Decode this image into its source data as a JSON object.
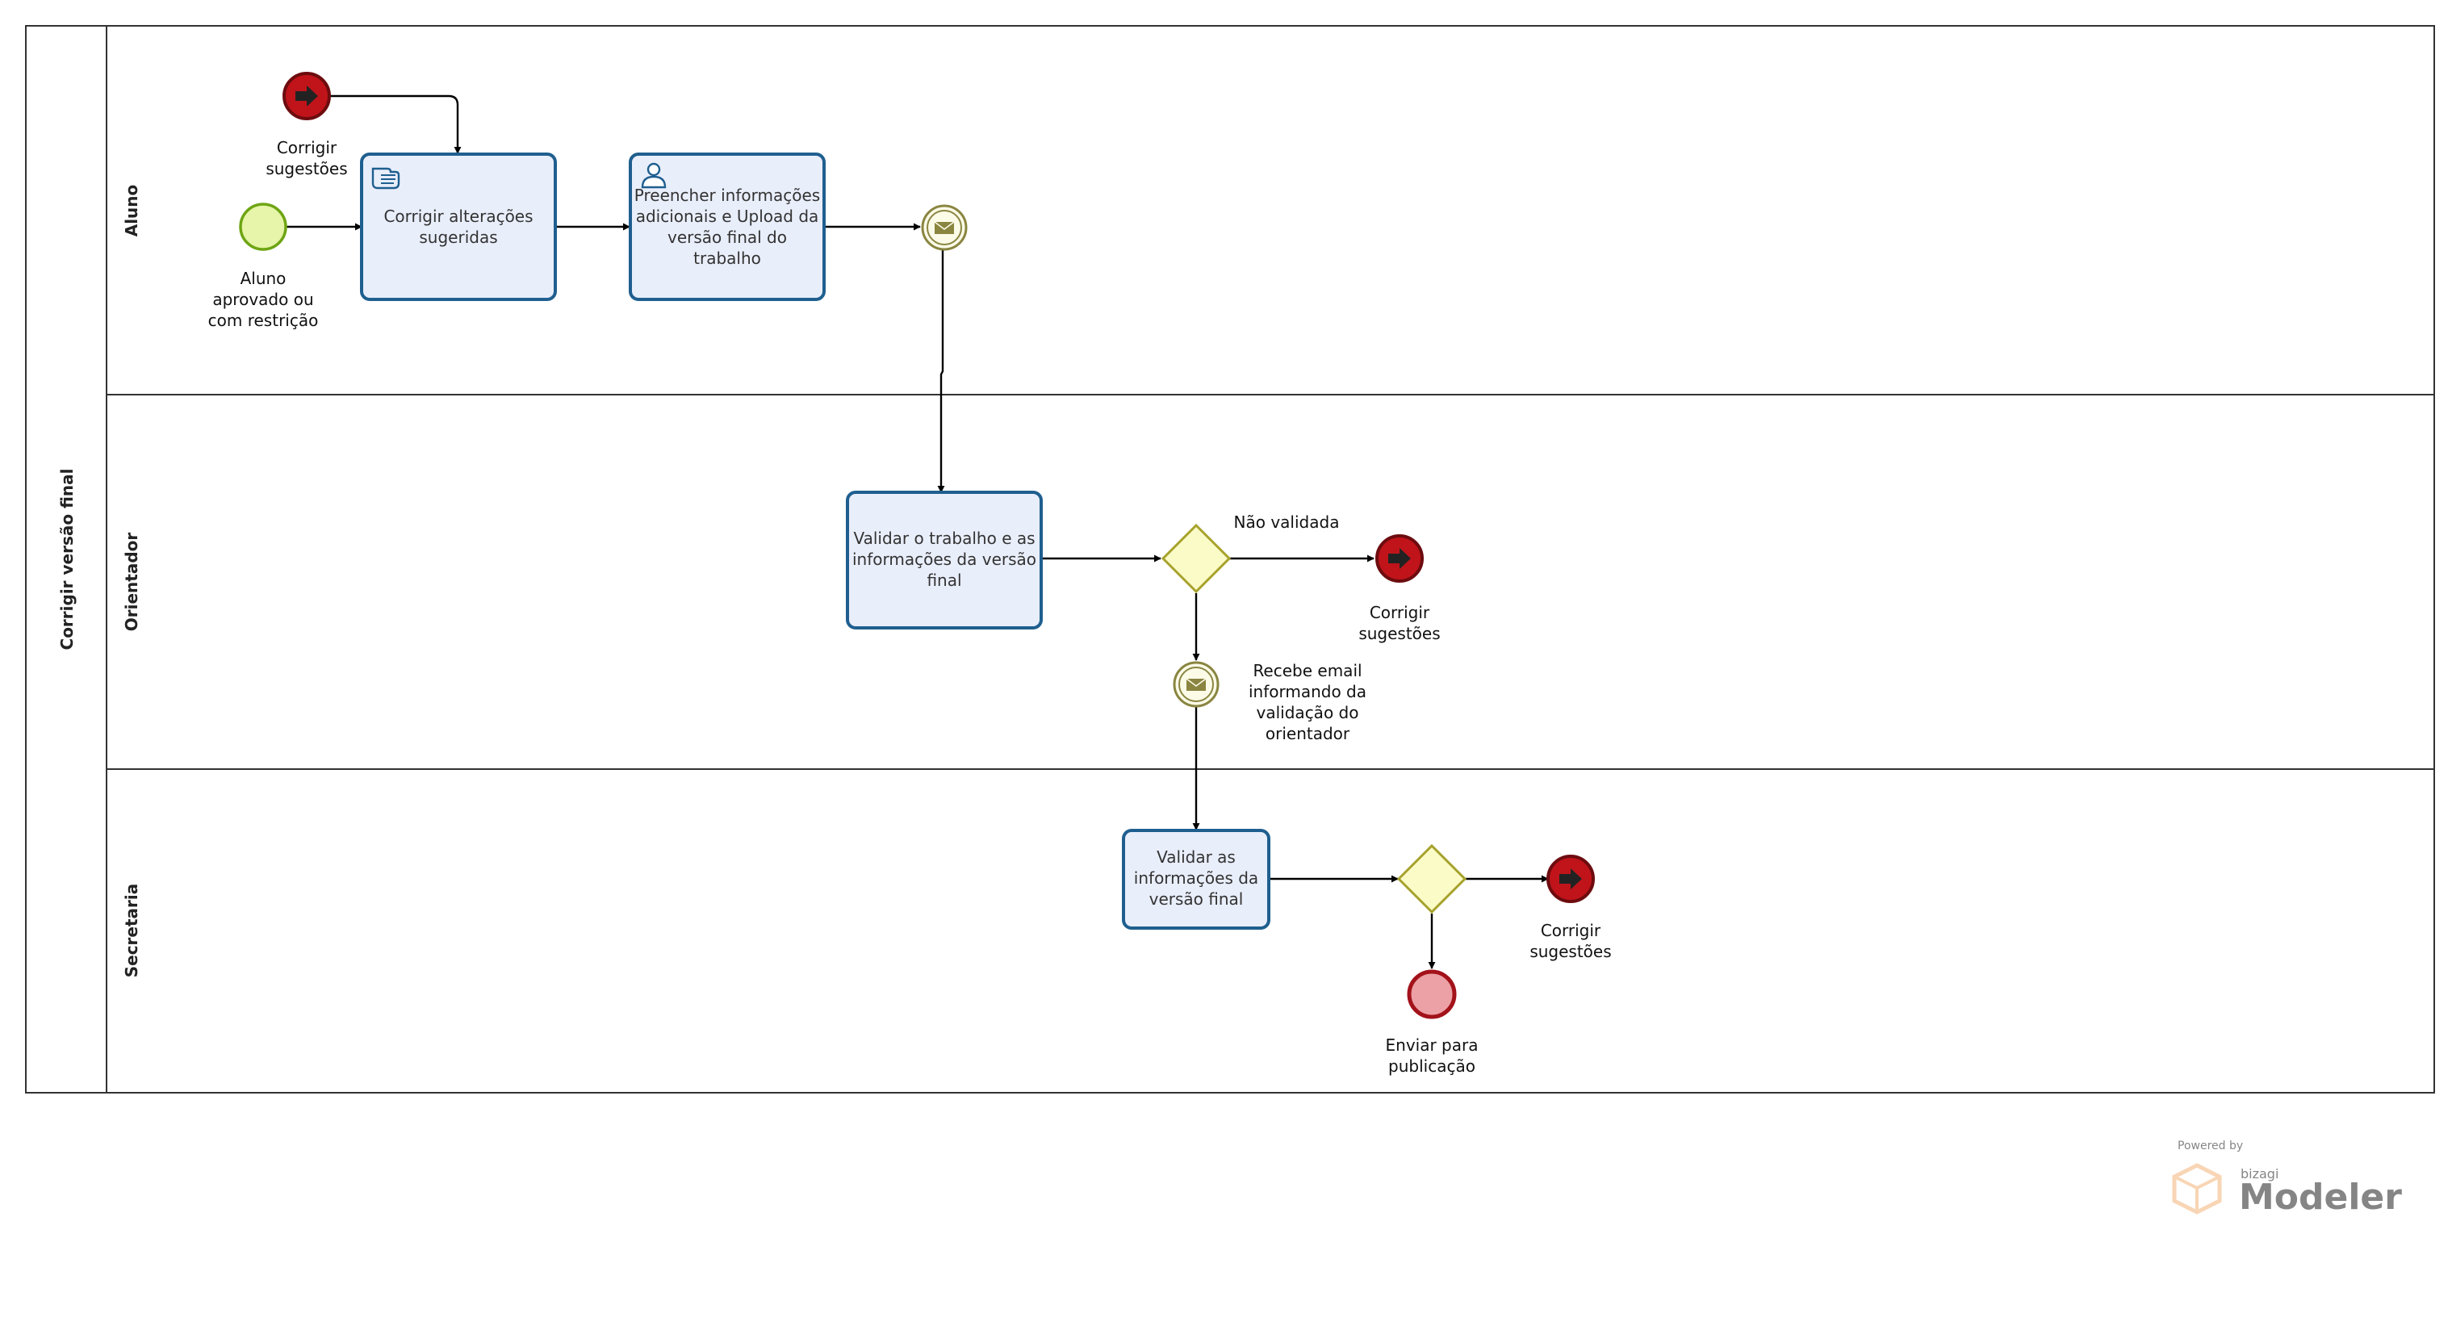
{
  "pool": {
    "label": "Corrigir versão final"
  },
  "lanes": [
    {
      "label": "Aluno"
    },
    {
      "label": "Orientador"
    },
    {
      "label": "Secretaria"
    }
  ],
  "tasks": {
    "corrigir": {
      "lines": [
        "Corrigir alterações",
        "sugeridas"
      ],
      "icon": "manual-task-hand-icon"
    },
    "preencher": {
      "lines": [
        "Preencher informações",
        "adicionais e Upload da",
        "versão final do",
        "trabalho"
      ],
      "icon": "user-task-person-icon"
    },
    "validar_trabalho": {
      "lines": [
        "Validar o trabalho e as",
        "informações da versão",
        "final"
      ]
    },
    "validar_info": {
      "lines": [
        "Validar as",
        "informações da",
        "versão final"
      ]
    }
  },
  "events": {
    "start": {
      "lines": [
        "Aluno",
        "aprovado ou",
        "com restrição"
      ]
    },
    "link_top": {
      "lines": [
        "Corrigir",
        "sugestões"
      ]
    },
    "link_orientador": {
      "lines": [
        "Corrigir",
        "sugestões"
      ]
    },
    "link_secretaria": {
      "lines": [
        "Corrigir",
        "sugestões"
      ]
    },
    "email_recebe": {
      "lines": [
        "Recebe email",
        "informando da",
        "validação do",
        "orientador"
      ]
    },
    "end": {
      "lines": [
        "Enviar para",
        "publicação"
      ]
    }
  },
  "flows": {
    "nao_validada": "Não validada"
  },
  "watermark": {
    "powered": "Powered by",
    "brand": "bizagi",
    "product": "Modeler"
  }
}
